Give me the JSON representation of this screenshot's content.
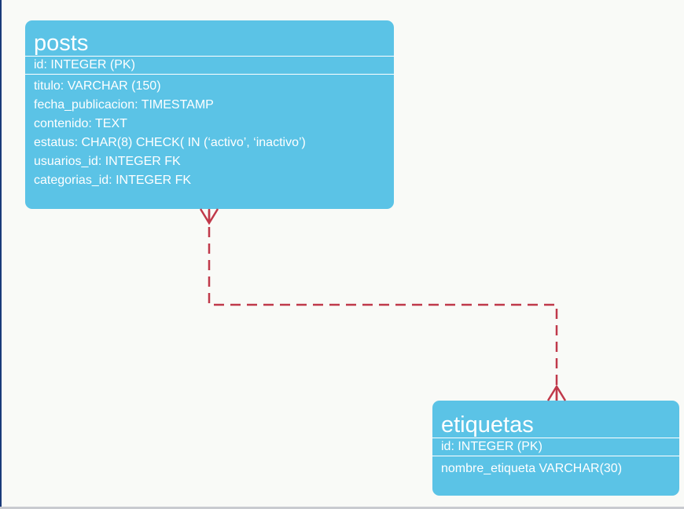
{
  "entities": {
    "posts": {
      "name": "posts",
      "pk": "id: INTEGER (PK)",
      "fields": [
        "titulo: VARCHAR (150)",
        "fecha_publicacion: TIMESTAMP",
        "contenido:  TEXT",
        "estatus: CHAR(8) CHECK( IN (‘activo’, ‘inactivo’)",
        "usuarios_id: INTEGER FK",
        "categorias_id: INTEGER FK"
      ]
    },
    "etiquetas": {
      "name": "etiquetas",
      "pk": "id: INTEGER (PK)",
      "fields": [
        "nombre_etiqueta VARCHAR(30)"
      ]
    }
  },
  "relationship": {
    "from": "posts",
    "to": "etiquetas",
    "from_end": "crow-foot",
    "to_end": "crow-foot",
    "style": "dashed"
  },
  "colors": {
    "entity_fill": "#5bc3e6",
    "entity_text": "#ffffff",
    "connector": "#c0394a",
    "background": "#f9faf7"
  }
}
